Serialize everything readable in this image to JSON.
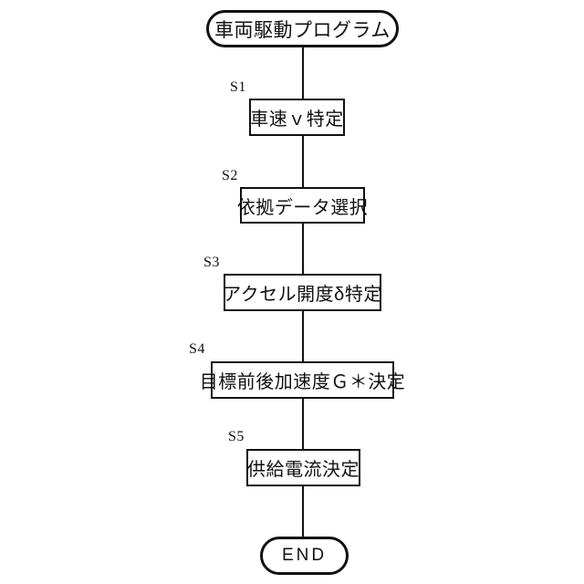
{
  "diagram": {
    "type": "flowchart",
    "orientation": "vertical",
    "background_color": "#ffffff",
    "line_color": "#111111",
    "start": {
      "label": "車両駆動プログラム",
      "shape": "terminator"
    },
    "end": {
      "label": "END",
      "shape": "terminator"
    },
    "steps": [
      {
        "step_id": "S1",
        "label": "車速ｖ特定"
      },
      {
        "step_id": "S2",
        "label": "依拠データ選択"
      },
      {
        "step_id": "S3",
        "label": "アクセル開度δ特定"
      },
      {
        "step_id": "S4",
        "label": "目標前後加速度Ｇ＊決定"
      },
      {
        "step_id": "S5",
        "label": "供給電流決定"
      }
    ]
  }
}
